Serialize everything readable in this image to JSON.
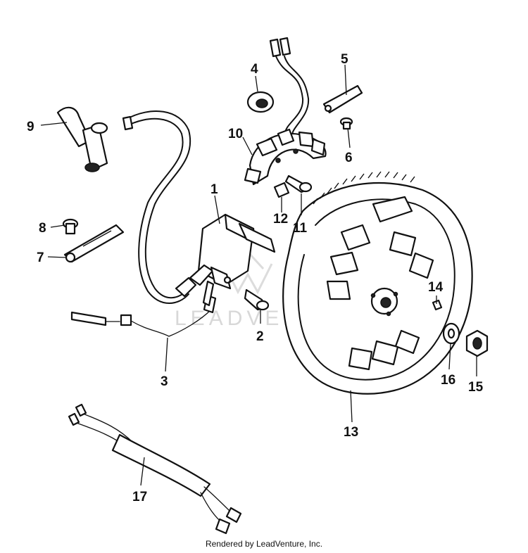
{
  "diagram": {
    "callouts": [
      {
        "id": "1",
        "label": "1"
      },
      {
        "id": "2",
        "label": "2"
      },
      {
        "id": "3",
        "label": "3"
      },
      {
        "id": "4",
        "label": "4"
      },
      {
        "id": "5",
        "label": "5"
      },
      {
        "id": "6",
        "label": "6"
      },
      {
        "id": "7",
        "label": "7"
      },
      {
        "id": "8",
        "label": "8"
      },
      {
        "id": "9",
        "label": "9"
      },
      {
        "id": "10",
        "label": "10"
      },
      {
        "id": "11",
        "label": "11"
      },
      {
        "id": "12",
        "label": "12"
      },
      {
        "id": "13",
        "label": "13"
      },
      {
        "id": "14",
        "label": "14"
      },
      {
        "id": "15",
        "label": "15"
      },
      {
        "id": "16",
        "label": "16"
      },
      {
        "id": "17",
        "label": "17"
      }
    ]
  },
  "watermark": {
    "text": "LEADVENTURE"
  },
  "footer": {
    "text": "Rendered by LeadVenture, Inc."
  }
}
